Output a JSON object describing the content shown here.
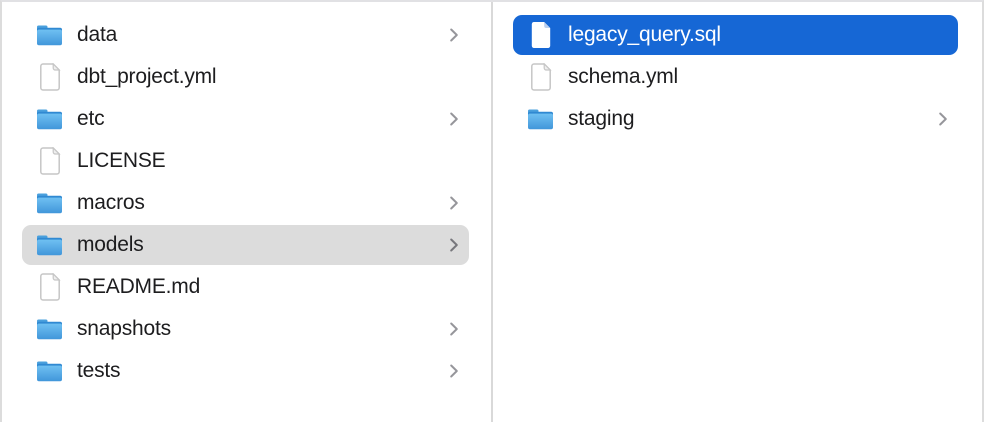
{
  "window": {
    "view": "finder-column-view"
  },
  "columns": [
    {
      "name": "parent-column",
      "items": [
        {
          "label": "data",
          "type": "folder",
          "chevron": true,
          "selected": null
        },
        {
          "label": "dbt_project.yml",
          "type": "file",
          "chevron": false,
          "selected": null
        },
        {
          "label": "etc",
          "type": "folder",
          "chevron": true,
          "selected": null
        },
        {
          "label": "LICENSE",
          "type": "file",
          "chevron": false,
          "selected": null
        },
        {
          "label": "macros",
          "type": "folder",
          "chevron": true,
          "selected": null
        },
        {
          "label": "models",
          "type": "folder",
          "chevron": true,
          "selected": "secondary"
        },
        {
          "label": "README.md",
          "type": "file",
          "chevron": false,
          "selected": null
        },
        {
          "label": "snapshots",
          "type": "folder",
          "chevron": true,
          "selected": null
        },
        {
          "label": "tests",
          "type": "folder",
          "chevron": true,
          "selected": null
        }
      ]
    },
    {
      "name": "child-column",
      "items": [
        {
          "label": "legacy_query.sql",
          "type": "file",
          "chevron": false,
          "selected": "primary"
        },
        {
          "label": "schema.yml",
          "type": "file",
          "chevron": false,
          "selected": null
        },
        {
          "label": "staging",
          "type": "folder",
          "chevron": true,
          "selected": null
        }
      ]
    }
  ],
  "icons": {
    "folder": "folder-icon",
    "file": "document-icon",
    "disclosure": "chevron-right-icon"
  },
  "colors": {
    "selection_primary": "#1667d5",
    "selection_secondary": "#dcdcdc",
    "folder_blue_top": "#6fc0f2",
    "folder_blue_bottom": "#4196da",
    "text": "#1d1d1f",
    "selected_text": "#ffffff",
    "divider": "#d9d9d9"
  }
}
